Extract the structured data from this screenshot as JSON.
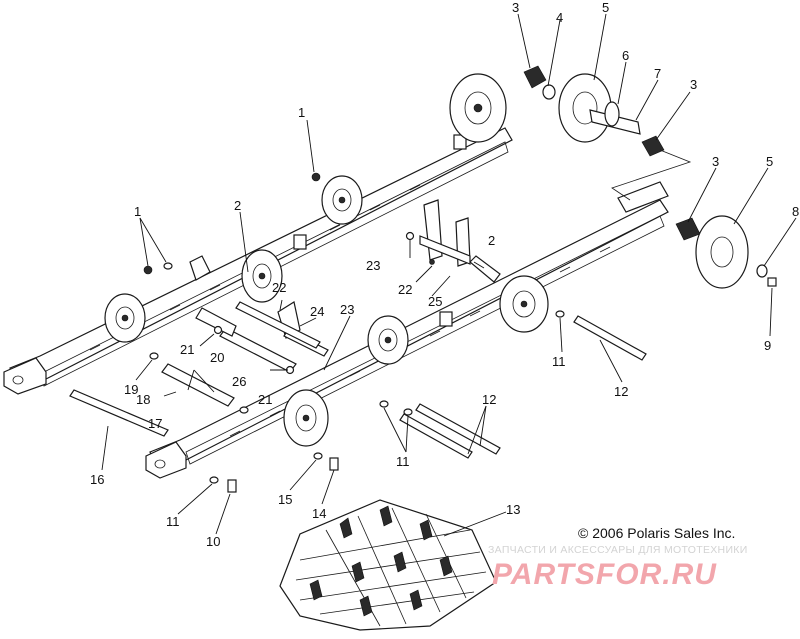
{
  "copyright": "© 2006 Polaris Sales Inc.",
  "watermark": {
    "subtitle": "ЗАПЧАСТИ И АКСЕССУАРЫ ДЛЯ МОТОТЕХНИКИ",
    "logo": "PARTSFOR.RU"
  },
  "callouts": {
    "c1a": "1",
    "c1b": "1",
    "c2a": "2",
    "c2b": "2",
    "c3a": "3",
    "c3b": "3",
    "c3c": "3",
    "c4": "4",
    "c5a": "5",
    "c5b": "5",
    "c6": "6",
    "c7": "7",
    "c8": "8",
    "c9": "9",
    "c10": "10",
    "c11a": "11",
    "c11b": "11",
    "c11c": "11",
    "c12a": "12",
    "c12b": "12",
    "c13": "13",
    "c14": "14",
    "c15": "15",
    "c16": "16",
    "c17": "17",
    "c18": "18",
    "c19": "19",
    "c20": "20",
    "c21a": "21",
    "c21b": "21",
    "c22a": "22",
    "c22b": "22",
    "c23a": "23",
    "c23b": "23",
    "c24": "24",
    "c25": "25",
    "c26": "26"
  }
}
